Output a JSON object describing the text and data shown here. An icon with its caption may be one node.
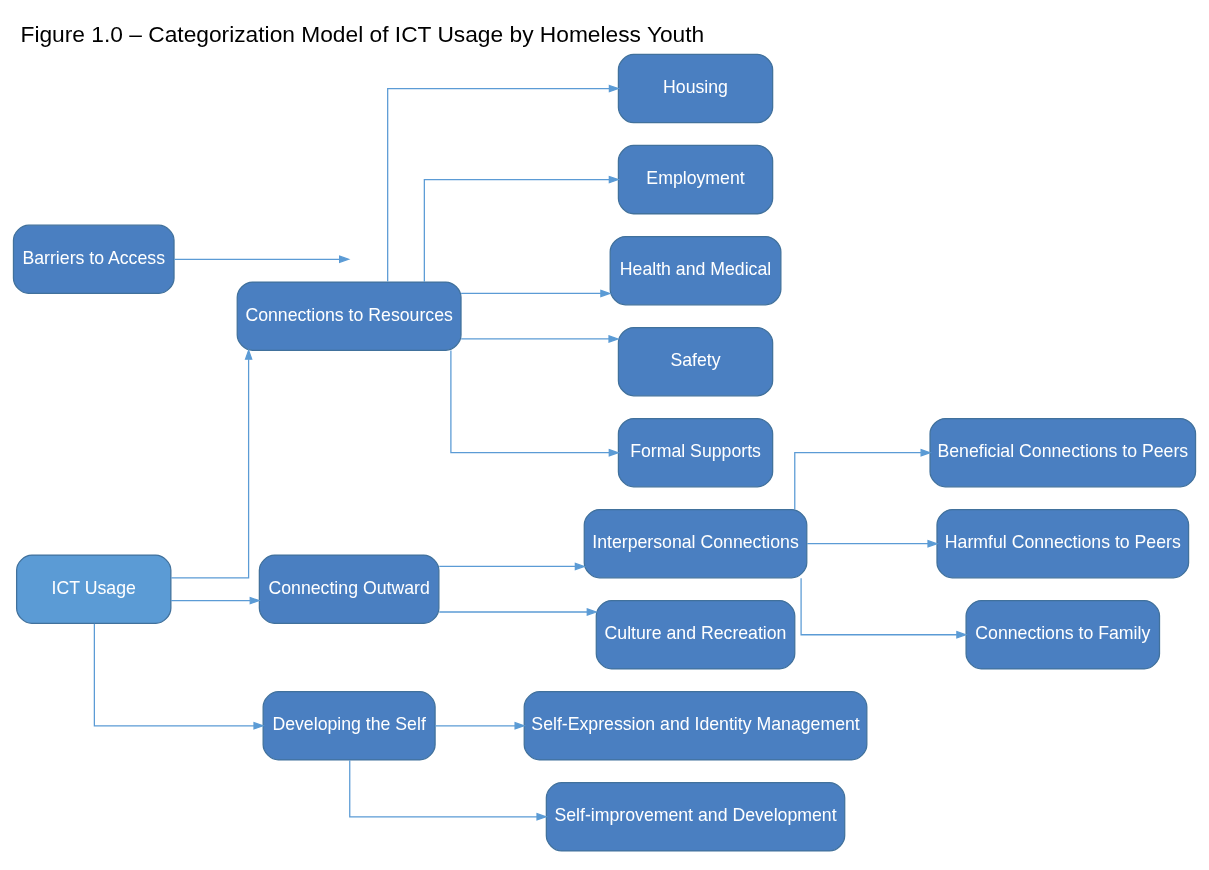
{
  "diagram": {
    "title": "Figure 1.0 – Categorization Model of ICT Usage by Homeless Youth",
    "nodes": [
      {
        "text": [
          "ICT Usage"
        ]
      },
      {
        "text": [
          "Barriers to Access"
        ]
      },
      {
        "text": [
          "Connections to Resources"
        ]
      },
      {
        "text": [
          "Connecting Outward"
        ]
      },
      {
        "text": [
          "Developing the Self"
        ]
      },
      {
        "text": [
          "Housing"
        ]
      },
      {
        "text": [
          "Employment"
        ]
      },
      {
        "text": [
          "Health and Medical"
        ]
      },
      {
        "text": [
          "Safety"
        ]
      },
      {
        "text": [
          "Formal Supports"
        ]
      },
      {
        "text": [
          "Interpersonal Connections"
        ]
      },
      {
        "text": [
          "Culture and Recreation"
        ]
      },
      {
        "text": [
          "Self-Expression and Identity Management"
        ]
      },
      {
        "text": [
          "Self-improvement and Development"
        ]
      },
      {
        "text": [
          "Beneficial Connections to Peers"
        ]
      },
      {
        "text": [
          "Harmful Connections to Peers"
        ]
      },
      {
        "text": [
          "Connections to Family"
        ]
      }
    ],
    "edges": [
      {
        "from": 0,
        "to": 2,
        "arrow": "to"
      },
      {
        "from": 0,
        "to": 3,
        "arrow": "to"
      },
      {
        "from": 0,
        "to": 4,
        "arrow": "to"
      },
      {
        "from": 1,
        "to": null,
        "arrow": "to"
      },
      {
        "from": 2,
        "to": 5,
        "arrow": "to"
      },
      {
        "from": 2,
        "to": 6,
        "arrow": "to"
      },
      {
        "from": 2,
        "to": 7,
        "arrow": "to"
      },
      {
        "from": 2,
        "to": 8,
        "arrow": "to"
      },
      {
        "from": 2,
        "to": 9,
        "arrow": "to"
      },
      {
        "from": 3,
        "to": 10,
        "arrow": "to"
      },
      {
        "from": 3,
        "to": 11,
        "arrow": "to"
      },
      {
        "from": 4,
        "to": 12,
        "arrow": "to"
      },
      {
        "from": 4,
        "to": 13,
        "arrow": "to"
      },
      {
        "from": 10,
        "to": 14,
        "arrow": "to"
      },
      {
        "from": 10,
        "to": 15,
        "arrow": "to"
      },
      {
        "from": 10,
        "to": 16,
        "arrow": "to"
      }
    ]
  }
}
